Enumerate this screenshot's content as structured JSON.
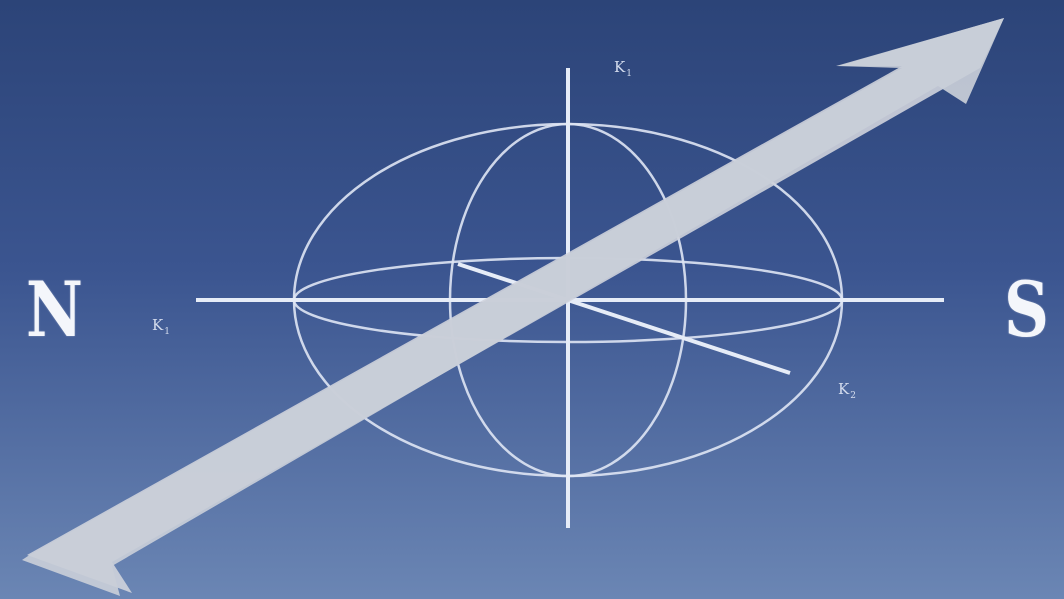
{
  "poles": {
    "north": "N",
    "south": "S"
  },
  "axes": {
    "top": {
      "letter": "K",
      "sub": "1"
    },
    "left": {
      "letter": "K",
      "sub": "1"
    },
    "diagonal": {
      "letter": "K",
      "sub": "2"
    }
  },
  "colors": {
    "background_top": "#2c4478",
    "background_bottom": "#6b86b4",
    "lines": "#dfe6f4",
    "arrow": "#c9ced8",
    "pole_text": "#f4f6fb"
  },
  "icons": {
    "arrow": "field-direction-arrow",
    "ellipsoid": "anisotropy-ellipsoid"
  }
}
